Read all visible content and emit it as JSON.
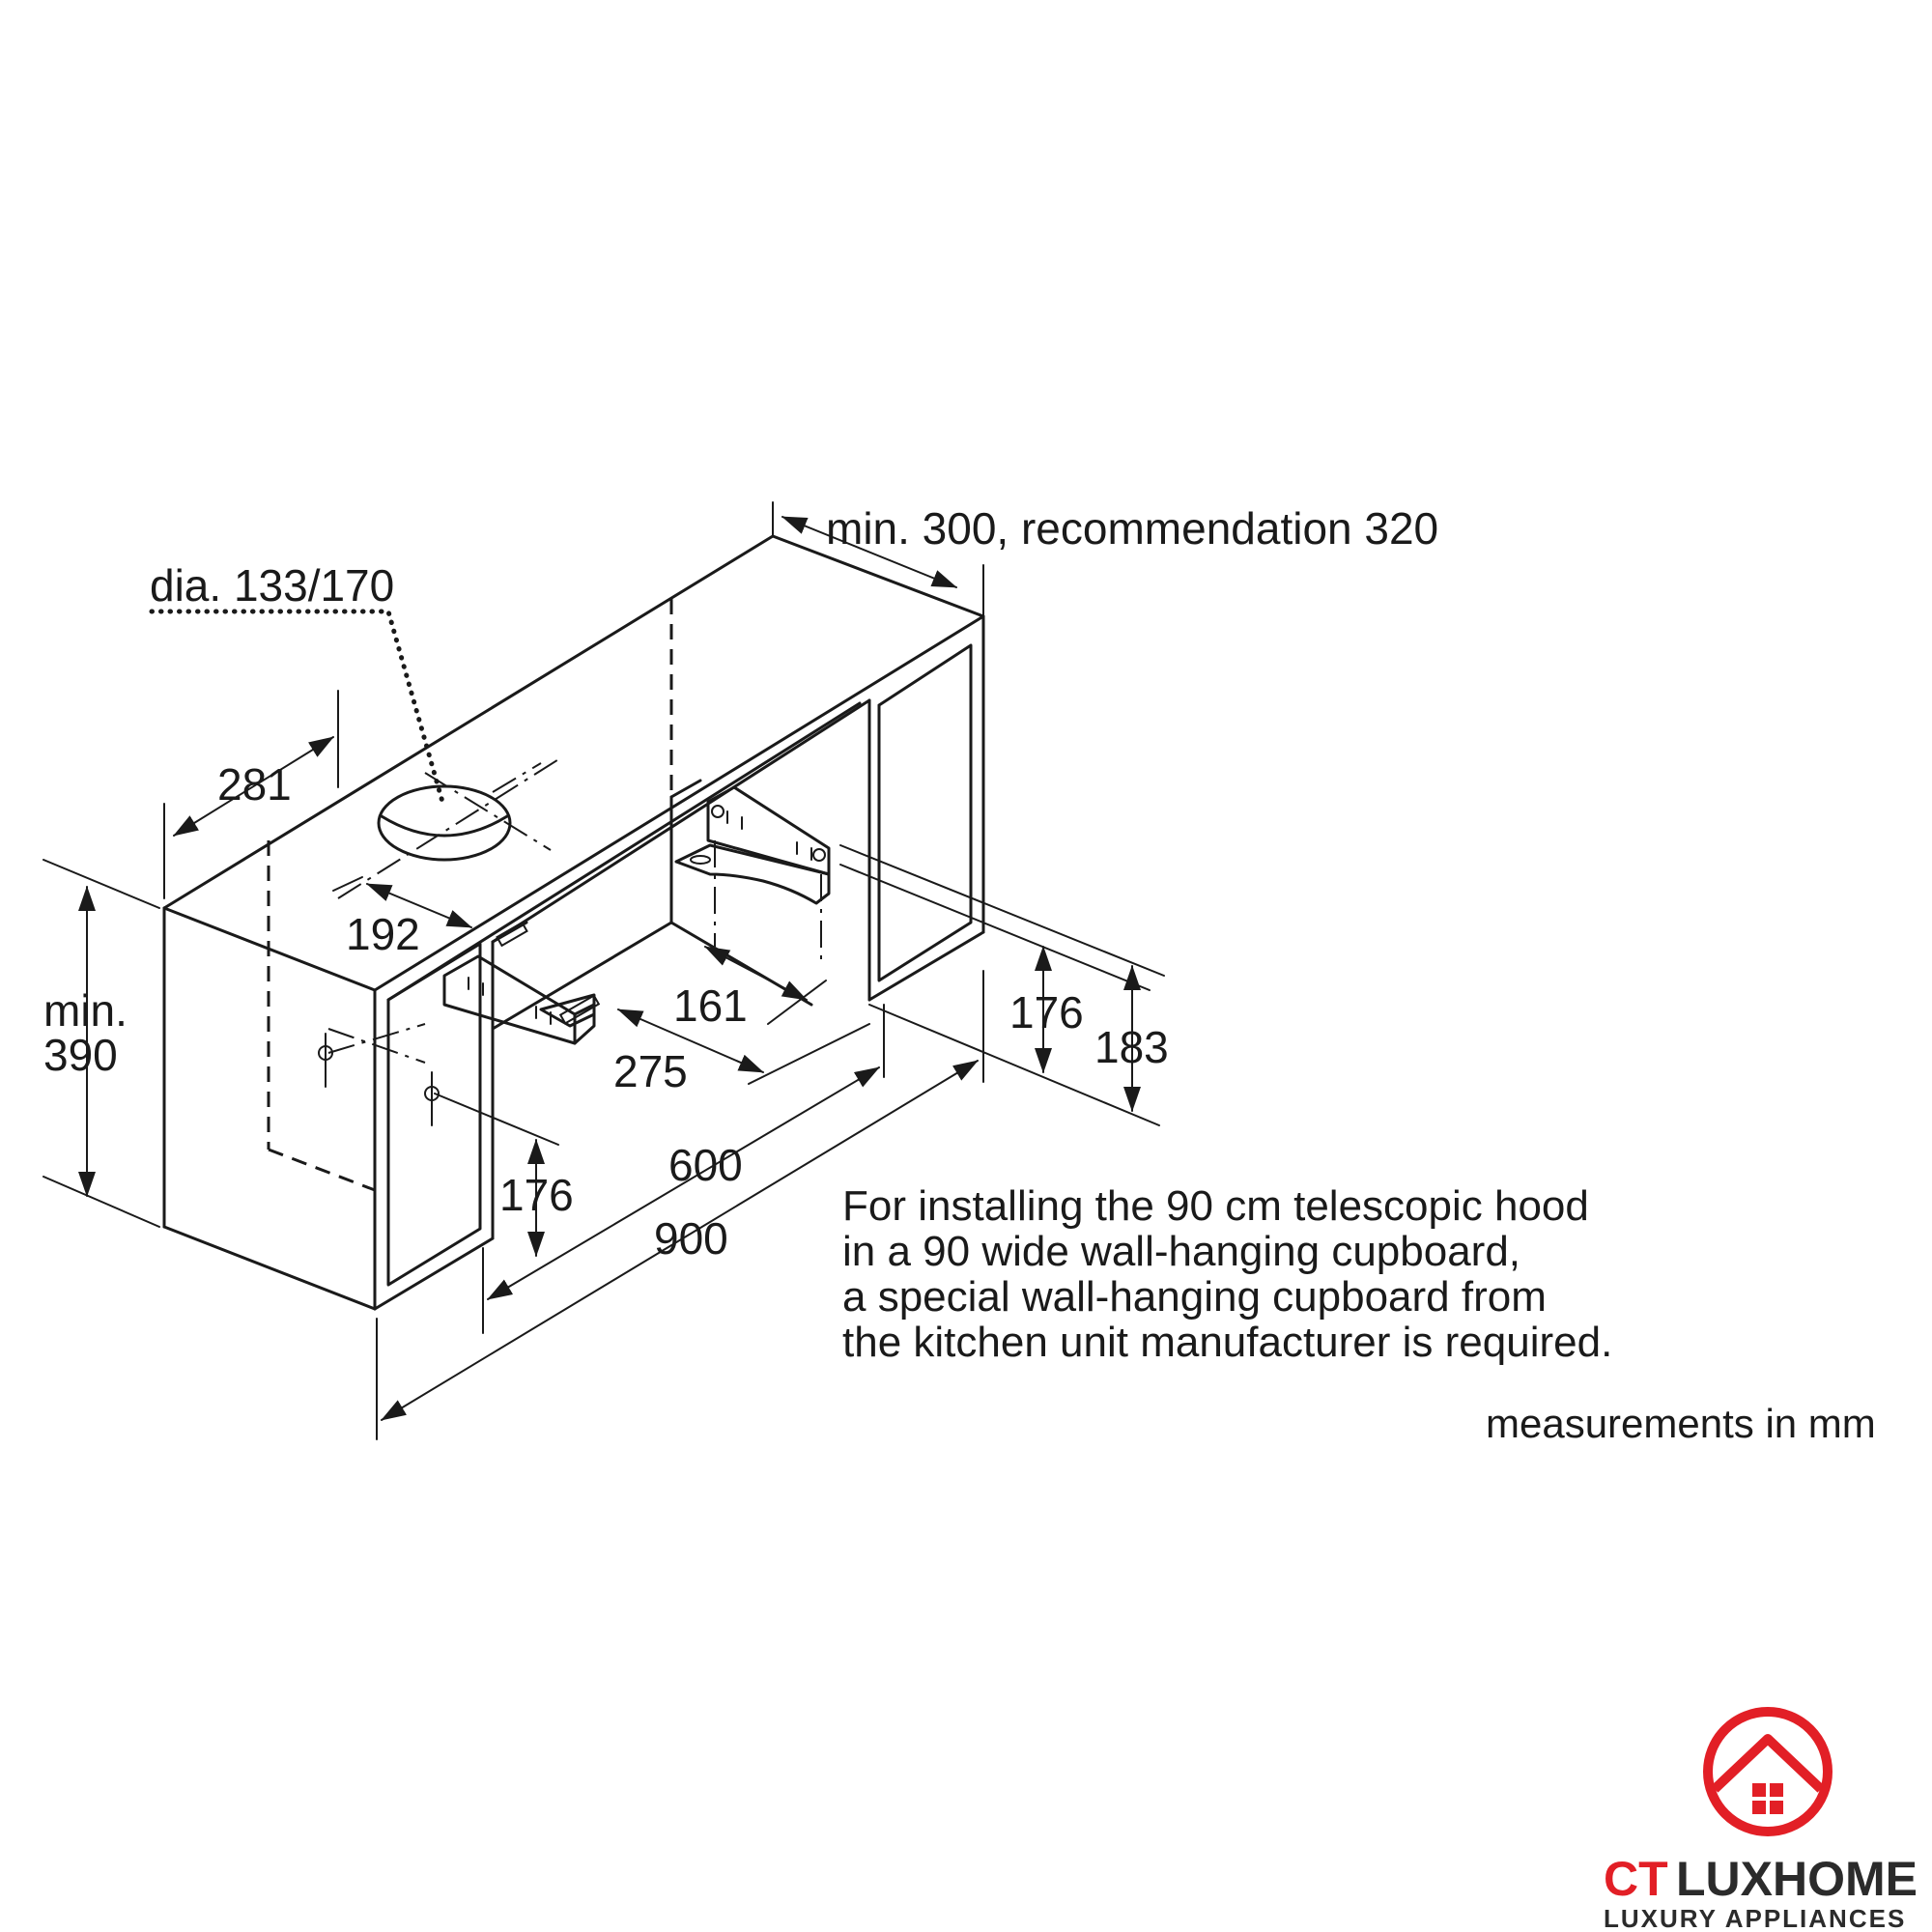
{
  "labels": {
    "diameter": "dia. 133/170",
    "min_depth": "min. 300, recommendation 320",
    "d281": "281",
    "d192": "192",
    "min_height_line1": "min.",
    "min_height_line2": "390",
    "d161": "161",
    "d275": "275",
    "d176_right": "176",
    "d183": "183",
    "d176_left": "176",
    "d600": "600",
    "d900": "900"
  },
  "note": {
    "line1": "For installing the 90 cm telescopic hood",
    "line2": "in a 90 wide wall-hanging cupboard,",
    "line3": "a special wall-hanging cupboard from",
    "line4": "the kitchen unit manufacturer is required."
  },
  "units": "measurements in mm",
  "logo": {
    "brand_ct": "CT",
    "brand_rest": "LUXHOME",
    "tagline": "LUXURY APPLIANCES",
    "colors": {
      "red": "#e21f26",
      "dark": "#2b2b2b"
    }
  }
}
